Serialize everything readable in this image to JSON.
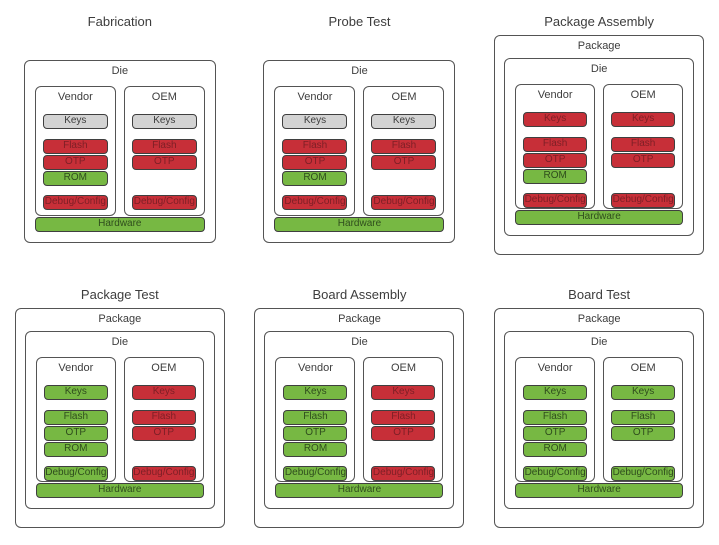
{
  "colors": {
    "red": "#c72f38",
    "green": "#77b843",
    "gray": "#d3d3d3",
    "red_text": "#7e1f26",
    "green_text": "#2f4d1d",
    "gray_text": "#3d3d3d",
    "box_border": "#545454",
    "block_border": "#3f3f3f",
    "text": "#3d3d3d",
    "background": "#ffffff"
  },
  "labels": {
    "package": "Package",
    "die": "Die",
    "vendor": "Vendor",
    "oem": "OEM",
    "hardware": "Hardware"
  },
  "diagrams": [
    {
      "title": "Fabrication",
      "has_package": false,
      "vendor_blocks": [
        {
          "label": "Keys",
          "color": "gray"
        },
        {
          "label": "Flash",
          "color": "red"
        },
        {
          "label": "OTP",
          "color": "red"
        },
        {
          "label": "ROM",
          "color": "green"
        },
        {
          "label": "Debug/Config",
          "color": "red"
        }
      ],
      "oem_blocks": [
        {
          "label": "Keys",
          "color": "gray"
        },
        {
          "label": "Flash",
          "color": "red"
        },
        {
          "label": "OTP",
          "color": "red"
        },
        null,
        {
          "label": "Debug/Config",
          "color": "red"
        }
      ],
      "hardware_color": "green"
    },
    {
      "title": "Probe Test",
      "has_package": false,
      "vendor_blocks": [
        {
          "label": "Keys",
          "color": "gray"
        },
        {
          "label": "Flash",
          "color": "red"
        },
        {
          "label": "OTP",
          "color": "red"
        },
        {
          "label": "ROM",
          "color": "green"
        },
        {
          "label": "Debug/Config",
          "color": "red"
        }
      ],
      "oem_blocks": [
        {
          "label": "Keys",
          "color": "gray"
        },
        {
          "label": "Flash",
          "color": "red"
        },
        {
          "label": "OTP",
          "color": "red"
        },
        null,
        {
          "label": "Debug/Config",
          "color": "red"
        }
      ],
      "hardware_color": "green"
    },
    {
      "title": "Package Assembly",
      "has_package": true,
      "vendor_blocks": [
        {
          "label": "Keys",
          "color": "red"
        },
        {
          "label": "Flash",
          "color": "red"
        },
        {
          "label": "OTP",
          "color": "red"
        },
        {
          "label": "ROM",
          "color": "green"
        },
        {
          "label": "Debug/Config",
          "color": "red"
        }
      ],
      "oem_blocks": [
        {
          "label": "Keys",
          "color": "red"
        },
        {
          "label": "Flash",
          "color": "red"
        },
        {
          "label": "OTP",
          "color": "red"
        },
        null,
        {
          "label": "Debug/Config",
          "color": "red"
        }
      ],
      "hardware_color": "green"
    },
    {
      "title": "Package Test",
      "has_package": true,
      "vendor_blocks": [
        {
          "label": "Keys",
          "color": "green"
        },
        {
          "label": "Flash",
          "color": "green"
        },
        {
          "label": "OTP",
          "color": "green"
        },
        {
          "label": "ROM",
          "color": "green"
        },
        {
          "label": "Debug/Config",
          "color": "green"
        }
      ],
      "oem_blocks": [
        {
          "label": "Keys",
          "color": "red"
        },
        {
          "label": "Flash",
          "color": "red"
        },
        {
          "label": "OTP",
          "color": "red"
        },
        null,
        {
          "label": "Debug/Config",
          "color": "red"
        }
      ],
      "hardware_color": "green"
    },
    {
      "title": "Board Assembly",
      "has_package": true,
      "vendor_blocks": [
        {
          "label": "Keys",
          "color": "green"
        },
        {
          "label": "Flash",
          "color": "green"
        },
        {
          "label": "OTP",
          "color": "green"
        },
        {
          "label": "ROM",
          "color": "green"
        },
        {
          "label": "Debug/Config",
          "color": "green"
        }
      ],
      "oem_blocks": [
        {
          "label": "Keys",
          "color": "red"
        },
        {
          "label": "Flash",
          "color": "red"
        },
        {
          "label": "OTP",
          "color": "red"
        },
        null,
        {
          "label": "Debug/Config",
          "color": "red"
        }
      ],
      "hardware_color": "green"
    },
    {
      "title": "Board Test",
      "has_package": true,
      "vendor_blocks": [
        {
          "label": "Keys",
          "color": "green"
        },
        {
          "label": "Flash",
          "color": "green"
        },
        {
          "label": "OTP",
          "color": "green"
        },
        {
          "label": "ROM",
          "color": "green"
        },
        {
          "label": "Debug/Config",
          "color": "green"
        }
      ],
      "oem_blocks": [
        {
          "label": "Keys",
          "color": "green"
        },
        {
          "label": "Flash",
          "color": "green"
        },
        {
          "label": "OTP",
          "color": "green"
        },
        null,
        {
          "label": "Debug/Config",
          "color": "green"
        }
      ],
      "hardware_color": "green"
    }
  ]
}
